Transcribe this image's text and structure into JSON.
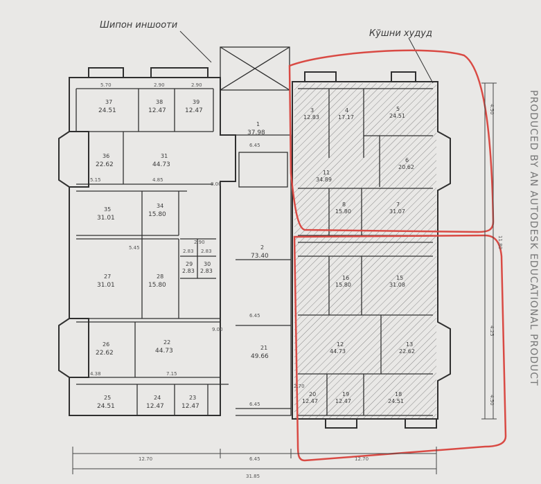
{
  "labels": {
    "left_title": "Шипон иншооти",
    "right_title": "Кўшни худуд",
    "watermark": "PRODUCED BY AN AUTODESK EDUCATIONAL PRODUCT"
  },
  "colors": {
    "paper": "#e9e8e6",
    "line": "#2f2f2f",
    "hatch": "#8a8a8a",
    "highlight": "#d94a44"
  },
  "rooms": [
    {
      "no": "37",
      "area": "24.51"
    },
    {
      "no": "38",
      "area": "12.47"
    },
    {
      "no": "39",
      "area": "12.47"
    },
    {
      "no": "1",
      "area": "37.98"
    },
    {
      "no": "36",
      "area": "22.62"
    },
    {
      "no": "31",
      "area": "44.73"
    },
    {
      "no": "35",
      "area": "31.01"
    },
    {
      "no": "34",
      "area": "15.80"
    },
    {
      "no": "2",
      "area": "73.40"
    },
    {
      "no": "27",
      "area": "31.01"
    },
    {
      "no": "28",
      "area": "15.80"
    },
    {
      "no": "29",
      "area": "2.83"
    },
    {
      "no": "30",
      "area": "2.83"
    },
    {
      "no": "26",
      "area": "22.62"
    },
    {
      "no": "22",
      "area": "44.73"
    },
    {
      "no": "21",
      "area": "49.66"
    },
    {
      "no": "25",
      "area": "24.51"
    },
    {
      "no": "24",
      "area": "12.47"
    },
    {
      "no": "23",
      "area": "12.47"
    },
    {
      "no": "3",
      "area": "12.83"
    },
    {
      "no": "4",
      "area": "17.17"
    },
    {
      "no": "5",
      "area": "24.51"
    },
    {
      "no": "11",
      "area": "34.89"
    },
    {
      "no": "6",
      "area": "20.62"
    },
    {
      "no": "8",
      "area": "15.80"
    },
    {
      "no": "7",
      "area": "31.07"
    },
    {
      "no": "16",
      "area": "15.80"
    },
    {
      "no": "15",
      "area": "31.08"
    },
    {
      "no": "12",
      "area": "44.73"
    },
    {
      "no": "13",
      "area": "22.62"
    },
    {
      "no": "20",
      "area": "12.47"
    },
    {
      "no": "19",
      "area": "12.47"
    },
    {
      "no": "18",
      "area": "24.51"
    }
  ],
  "dims": [
    "5.70",
    "2.90",
    "2.90",
    "6.45",
    "5.15",
    "4.85",
    "8.00",
    "2.90",
    "2.83",
    "2.83",
    "5.45",
    "6.45",
    "7.15",
    "4.38",
    "9.00",
    "2.70",
    "6.45",
    "12.70",
    "6.45",
    "12.70",
    "31.85",
    "4.50",
    "4.25",
    "11.80",
    "4.50"
  ]
}
